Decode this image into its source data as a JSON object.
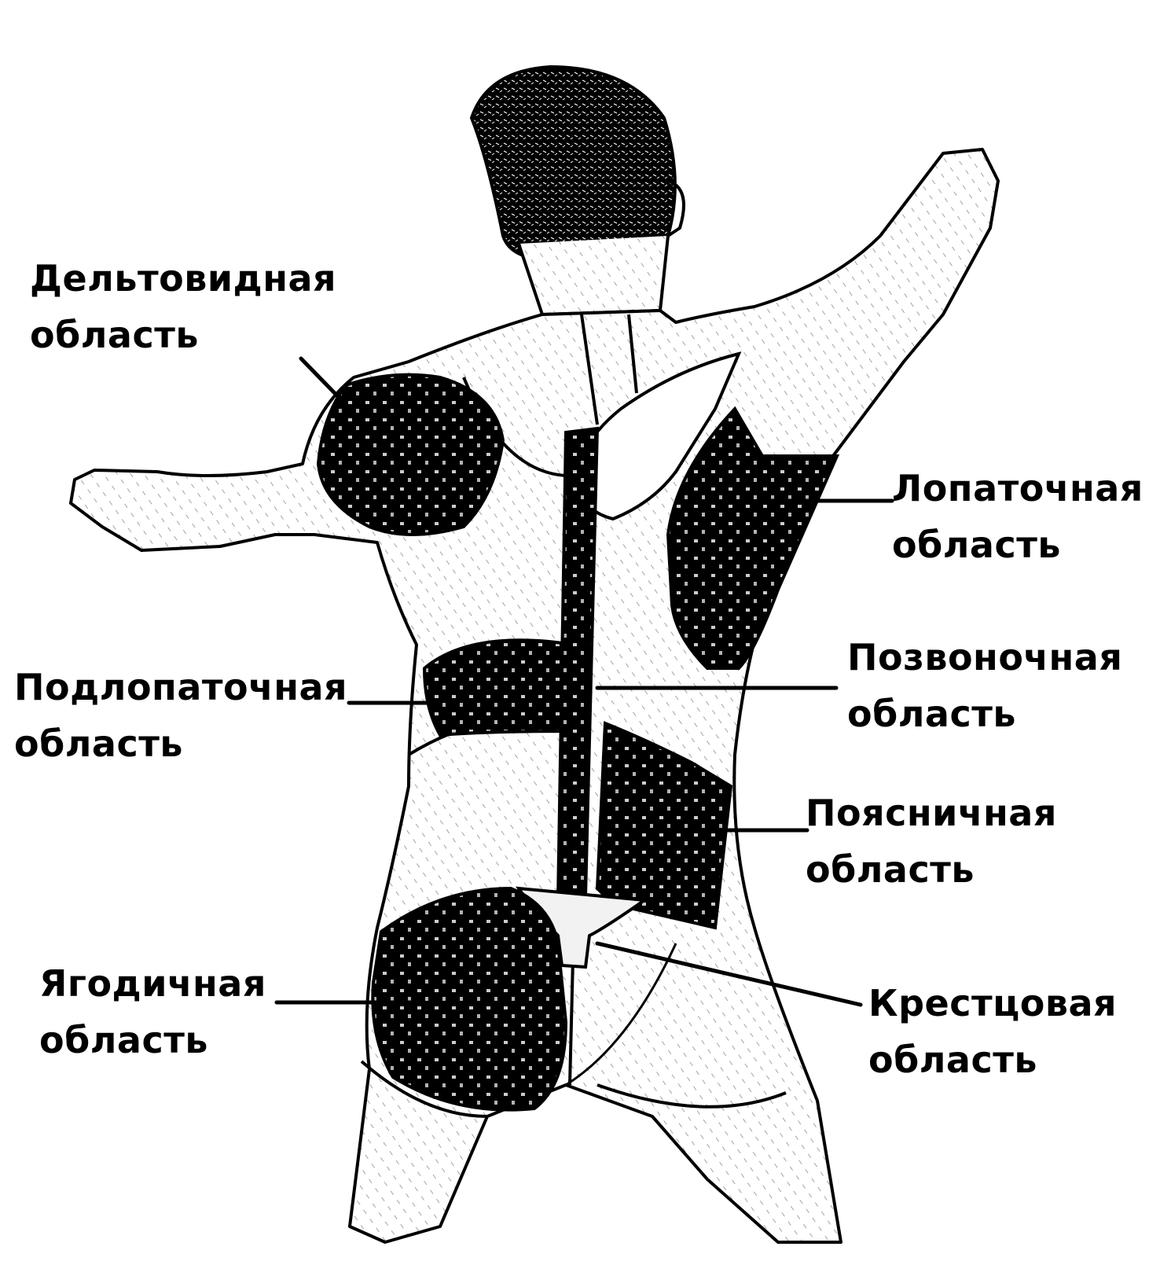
{
  "diagram": {
    "subject": "back-view-human-body-regions",
    "colors": {
      "ink": "#000000",
      "paper": "#ffffff",
      "region_fill": "#000000",
      "sacral_fill": "#f2f2f2"
    },
    "labels": [
      {
        "id": "deltoid",
        "line1": "Дельтовидная",
        "line2": "область",
        "side": "left"
      },
      {
        "id": "scapular",
        "line1": "Лопаточная",
        "line2": "область",
        "side": "right"
      },
      {
        "id": "infrascapular",
        "line1": "Подлопаточная",
        "line2": "область",
        "side": "left"
      },
      {
        "id": "vertebral",
        "line1": "Позвоночная",
        "line2": "область",
        "side": "right"
      },
      {
        "id": "lumbar",
        "line1": "Поясничная",
        "line2": "область",
        "side": "right"
      },
      {
        "id": "gluteal",
        "line1": "Ягодичная",
        "line2": "область",
        "side": "left"
      },
      {
        "id": "sacral",
        "line1": "Крестцовая",
        "line2": "область",
        "side": "right"
      }
    ]
  }
}
